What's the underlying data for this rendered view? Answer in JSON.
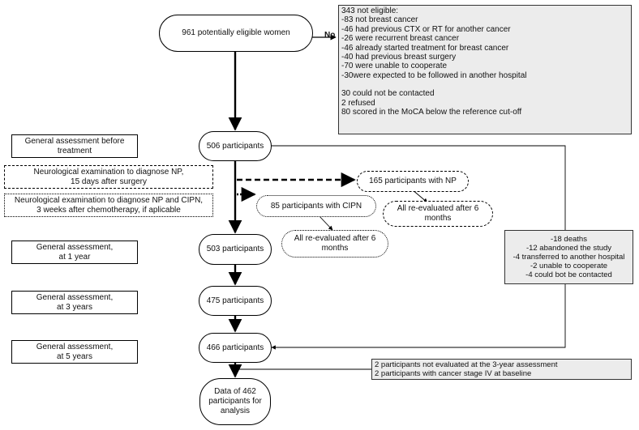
{
  "nodes": {
    "eligible": "961 potentially eligible women",
    "n506": "506 participants",
    "n503": "503 participants",
    "n475": "475 participants",
    "n466": "466 participants",
    "final": [
      "Data of 462",
      "participants for",
      "analysis"
    ],
    "np165": "165 participants with NP",
    "cipn85": "85 participants with CIPN",
    "reeval_np": [
      "All re-evaluated after 6",
      "months"
    ],
    "reeval_cipn": [
      "All re-evaluated after 6",
      "months"
    ]
  },
  "no_label": "No",
  "exclusion_box": [
    "343 not eligible:",
    "-83 not breast cancer",
    "-46 had previous CTX or RT for another cancer",
    "-26 were recurrent breast cancer",
    "-46 already started treatment for breast cancer",
    "-40 had previous breast surgery",
    "-70 were unable to cooperate",
    "-30were expected to be followed in another hospital",
    "",
    "30 could not be contacted",
    "2 refused",
    "80 scored in the MoCA below the reference cut-off"
  ],
  "lost_box": [
    "-18 deaths",
    "-12 abandoned the study",
    "-4 transferred to another hospital",
    "-2 unable to cooperate",
    "-4 could bot be contacted"
  ],
  "final_exclusion_box": [
    "2 participants not evaluated at the 3-year assessment",
    "2 participants with cancer stage IV at baseline"
  ],
  "side_labels": {
    "baseline": [
      "General assessment before",
      "treatment"
    ],
    "neuro_np": [
      "Neurological examination to diagnose NP,",
      "15 days after surgery"
    ],
    "neuro_cipn": [
      "Neurological examination to diagnose NP and CIPN,",
      "3 weeks after chemotherapy, if aplicable"
    ],
    "year1": [
      "General assessment,",
      "at 1 year"
    ],
    "year3": [
      "General assessment,",
      "at 3 years"
    ],
    "year5": [
      "General assessment,",
      "at 5 years"
    ]
  }
}
